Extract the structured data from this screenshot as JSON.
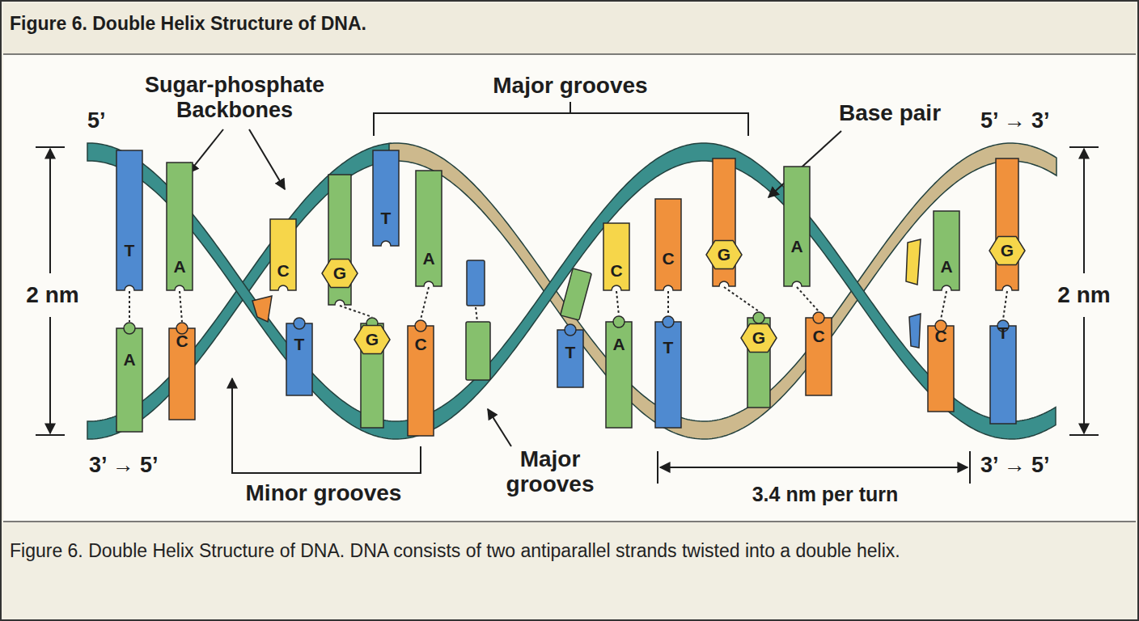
{
  "diagram": {
    "title": "Figure 6. Double Helix Structure of DNA.",
    "caption": "Figure 6. Double Helix Structure of DNA. DNA consists of two antiparallel strands twisted into a double helix.",
    "nodes": [
      {
        "text": [
          "T"
        ]
      },
      {
        "text": [
          "A"
        ]
      },
      {
        "text": [
          "A"
        ]
      },
      {
        "text": [
          "C"
        ]
      },
      {
        "text": [
          "C"
        ]
      },
      {
        "text": [
          "T"
        ]
      },
      {
        "text": [
          "G"
        ]
      },
      {
        "text": [
          "G"
        ]
      },
      {
        "text": [
          "T"
        ]
      },
      {
        "text": [
          "A"
        ]
      },
      {
        "text": [
          "C"
        ]
      },
      {
        "text": [
          "T"
        ]
      },
      {
        "text": [
          "C"
        ]
      },
      {
        "text": [
          "A"
        ]
      },
      {
        "text": [
          "C"
        ]
      },
      {
        "text": [
          "T"
        ]
      },
      {
        "text": [
          "G"
        ]
      },
      {
        "text": [
          "G"
        ]
      },
      {
        "text": [
          "A"
        ]
      },
      {
        "text": [
          "C"
        ]
      },
      {
        "text": [
          "A"
        ]
      },
      {
        "text": [
          "C"
        ]
      },
      {
        "text": [
          "G"
        ]
      },
      {
        "text": [
          "T"
        ]
      }
    ],
    "edges": [
      {
        "from": 0,
        "to": 1,
        "arrow": "none"
      },
      {
        "from": 2,
        "to": 3,
        "arrow": "none"
      },
      {
        "from": 6,
        "to": 7,
        "arrow": "none"
      },
      {
        "from": 9,
        "to": 10,
        "arrow": "none"
      },
      {
        "from": 12,
        "to": 13,
        "arrow": "none"
      },
      {
        "from": 14,
        "to": 15,
        "arrow": "none"
      },
      {
        "from": 16,
        "to": 17,
        "arrow": "none"
      },
      {
        "from": 18,
        "to": 19,
        "arrow": "none"
      },
      {
        "from": 20,
        "to": 21,
        "arrow": "none"
      },
      {
        "from": 22,
        "to": 23,
        "arrow": "none"
      }
    ],
    "labels": [
      "Sugar-phosphate Backbones",
      "Major grooves",
      "Base pair",
      "5’",
      "5’ → 3’",
      "2 nm",
      "2 nm",
      "3’ → 5’",
      "Minor grooves",
      "Major grooves",
      "3.4 nm per turn",
      "3’ → 5’"
    ]
  }
}
